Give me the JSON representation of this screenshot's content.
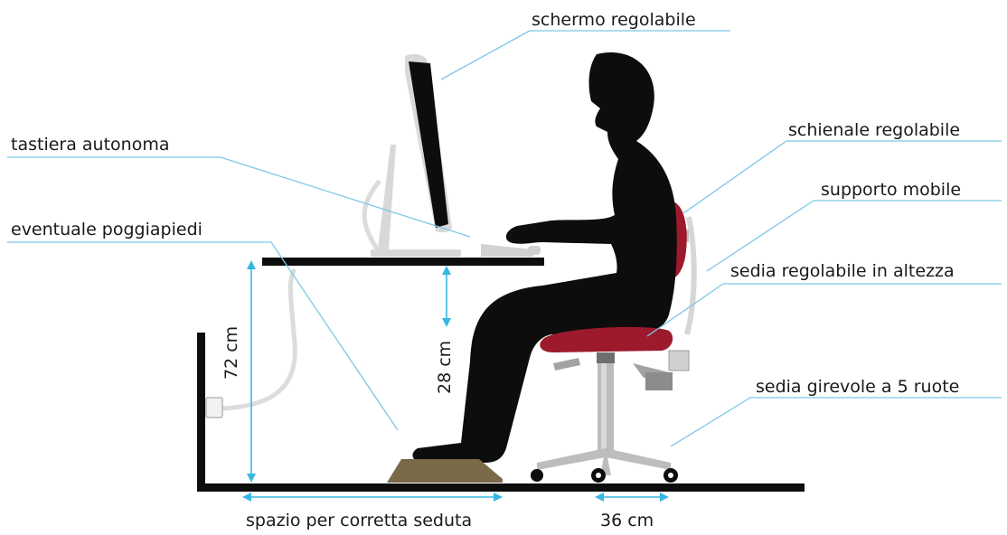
{
  "labels": {
    "adjustable_screen": "schermo regolabile",
    "keyboard": "tastiera autonoma",
    "footrest": "eventuale poggiapiedi",
    "backrest": "schienale regolabile",
    "mobile_support": "supporto mobile",
    "height_chair": "sedia regolabile in altezza",
    "swivel_chair": "sedia girevole a 5 ruote"
  },
  "dimensions": {
    "desk_height": "72 cm",
    "knee_clearance": "28 cm",
    "seating_space": "spazio per corretta seduta",
    "chair_base": "36 cm"
  },
  "colors": {
    "silhouette": "#0d0d0d",
    "seat": "#9c1a2c",
    "footrest": "#7a6a4a",
    "leader": "#7cc7e8",
    "dimension": "#38b6e3"
  }
}
